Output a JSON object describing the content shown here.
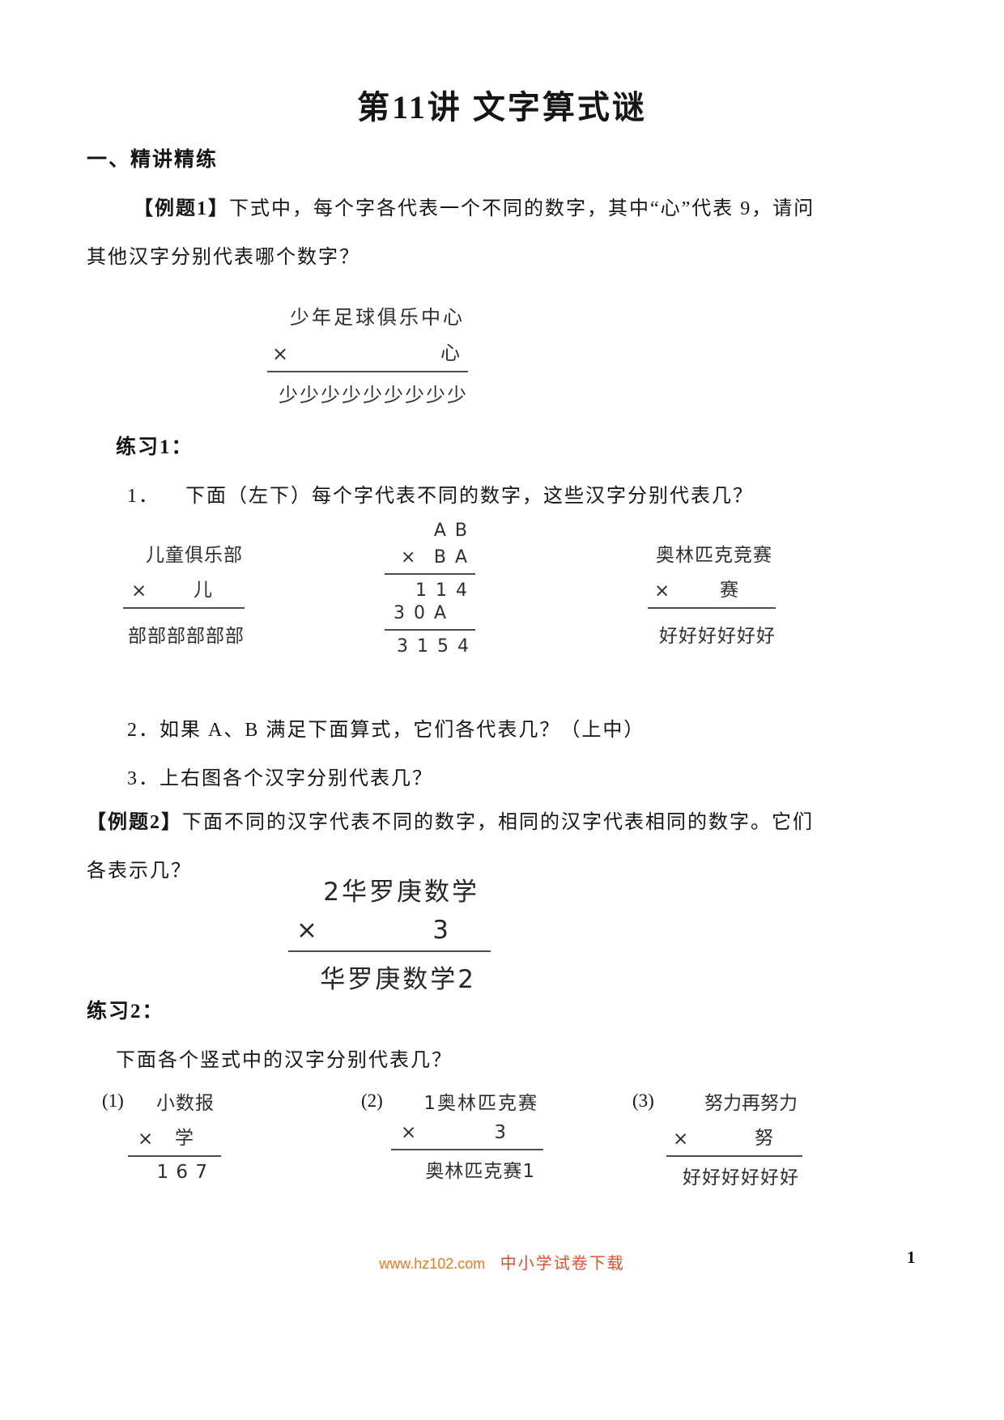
{
  "page": {
    "title": "第11讲 文字算式谜",
    "number": "1"
  },
  "section": {
    "heading": "一、精讲精练"
  },
  "example1": {
    "tag": "【例题1】",
    "line1": "下式中，每个字各代表一个不同的数字，其中“心”代表 9，请问",
    "line2": "其他汉字分别代表哪个数字？",
    "puzzle": {
      "multiplicand": "少年足球俱乐中心",
      "sign": "×",
      "multiplier": "心",
      "product": "少少少少少少少少少"
    }
  },
  "practice1": {
    "heading": "练习1：",
    "item1": "1．    下面（左下）每个字代表不同的数字，这些汉字分别代表几？",
    "puzzle_left": {
      "multiplicand": "儿童俱乐部",
      "sign": "×",
      "multiplier": "儿",
      "product": "部部部部部部"
    },
    "puzzle_middle": {
      "line1": "A B",
      "sign": "×",
      "line2": "B A",
      "partial1": "1 1 4",
      "partial2": "3 0 A",
      "product": "3 1 5 4"
    },
    "puzzle_right": {
      "multiplicand": "奥林匹克竞赛",
      "sign": "×",
      "multiplier": "赛",
      "product": "好好好好好好"
    },
    "item2": "2．如果 A、B 满足下面算式，它们各代表几？（上中）",
    "item3": "3．上右图各个汉字分别代表几？"
  },
  "example2": {
    "tag": "【例题2】",
    "line1": "下面不同的汉字代表不同的数字，相同的汉字代表相同的数字。它们",
    "line2": "各表示几？",
    "puzzle": {
      "multiplicand": "2华罗庚数学",
      "sign": "×",
      "multiplier": "3",
      "product": "华罗庚数学2"
    }
  },
  "practice2": {
    "heading": "练习2：",
    "intro": "下面各个竖式中的汉字分别代表几？",
    "puzzles": [
      {
        "label": "(1)",
        "multiplicand": "小数报",
        "sign": "×",
        "multiplier": "学",
        "product": "1 6 7"
      },
      {
        "label": "(2)",
        "multiplicand": "1奥林匹克赛",
        "sign": "×",
        "multiplier": "3",
        "product": "奥林匹克赛1"
      },
      {
        "label": "(3)",
        "multiplicand": "努力再努力",
        "sign": "×",
        "multiplier": "努",
        "product": "好好好好好好"
      }
    ]
  },
  "footer": {
    "url": "www.hz102.com",
    "label": "中小学试卷下载",
    "url_color": "#f07818",
    "label_color": "#e2502a"
  }
}
